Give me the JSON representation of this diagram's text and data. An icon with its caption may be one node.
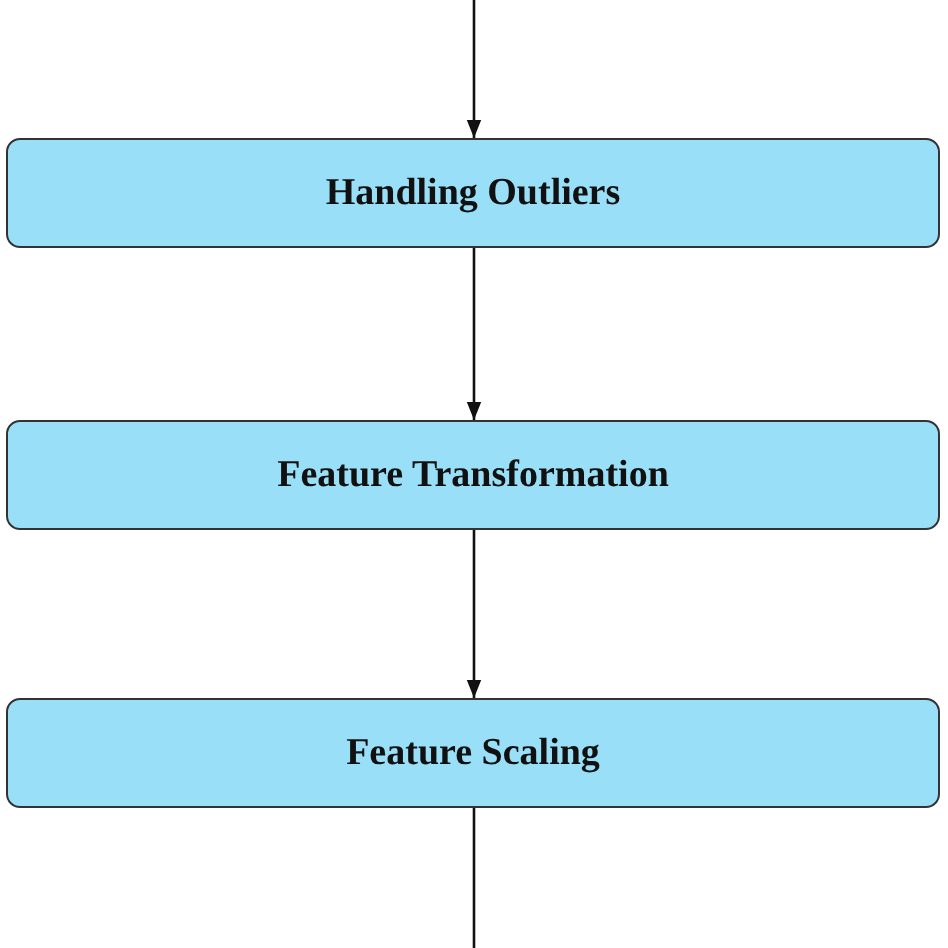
{
  "diagram": {
    "nodes": [
      {
        "text": [
          "Handling Outliers"
        ]
      },
      {
        "text": [
          "Feature Transformation"
        ]
      },
      {
        "text": [
          "Feature Scaling"
        ]
      }
    ],
    "edges": [
      {
        "from": null,
        "to": 0,
        "arrow": "to"
      },
      {
        "from": 0,
        "to": 1,
        "arrow": "to"
      },
      {
        "from": 1,
        "to": 2,
        "arrow": "to"
      },
      {
        "from": 2,
        "to": null,
        "arrow": "none"
      }
    ]
  }
}
